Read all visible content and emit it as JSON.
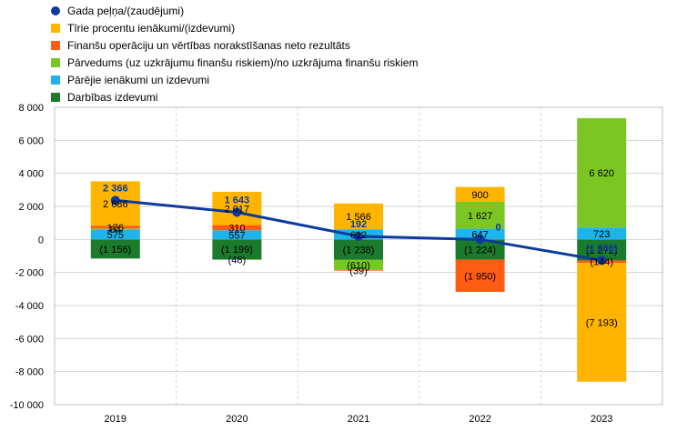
{
  "chart_data": {
    "type": "bar",
    "stacked": true,
    "categories": [
      "2019",
      "2020",
      "2021",
      "2022",
      "2023"
    ],
    "ylim": [
      -10000,
      8000
    ],
    "yticks": [
      {
        "value": 8000,
        "label": "8 000"
      },
      {
        "value": 6000,
        "label": "6 000"
      },
      {
        "value": 4000,
        "label": "4 000"
      },
      {
        "value": 2000,
        "label": "2 000"
      },
      {
        "value": 0,
        "label": "0"
      },
      {
        "value": -2000,
        "label": "-2 000"
      },
      {
        "value": -4000,
        "label": "-4 000"
      },
      {
        "value": -6000,
        "label": "-6 000"
      },
      {
        "value": -8000,
        "label": "-8 000"
      },
      {
        "value": -10000,
        "label": "-10 000"
      }
    ],
    "grid": true,
    "legend_position": "top-left",
    "series": [
      {
        "name": "Darbības izdevumi",
        "color": "#1b7a2b",
        "values": [
          -1156,
          -1199,
          -1238,
          -1224,
          -1272
        ],
        "labels": [
          "(1 156)",
          "(1 199)",
          "(1 238)",
          "(1 224)",
          "(1 272)"
        ]
      },
      {
        "name": "Pārējie ienākumi un izdevumi",
        "color": "#1fb3ec",
        "values": [
          575,
          557,
          612,
          647,
          723
        ],
        "labels": [
          "575",
          "557",
          "612",
          "647",
          "723"
        ]
      },
      {
        "name": "Pārvedums (uz uzkrājumu finanšu riskiem)/no uzkrājuma finanšu riskiem",
        "color": "#7cc624",
        "values": [
          84,
          -48,
          -610,
          1627,
          6620
        ],
        "labels": [
          "84",
          "(48)",
          "(610)",
          "1 627",
          "6 620"
        ]
      },
      {
        "name": "Finanšu operāciju un vērtības norakstīšanas neto rezultāts",
        "color": "#ff5c14",
        "values": [
          176,
          310,
          -39,
          -1950,
          -144
        ],
        "labels": [
          "176",
          "310",
          "(39)",
          "(1 950)",
          "(144)"
        ]
      },
      {
        "name": "Tīrie procentu ienākumi/(izdevumi)",
        "color": "#ffb400",
        "values": [
          2686,
          2017,
          1566,
          900,
          -7193
        ],
        "labels": [
          "2 686",
          "2 017",
          "1 566",
          "900",
          "(7 193)"
        ]
      }
    ],
    "line": {
      "name": "Gada peļņa/(zaudējumi)",
      "color": "#0d3a9e",
      "values": [
        2366,
        1643,
        192,
        0,
        -1266
      ],
      "labels": [
        "2 366",
        "1 643",
        "192",
        "0",
        "(1 266)"
      ]
    }
  }
}
